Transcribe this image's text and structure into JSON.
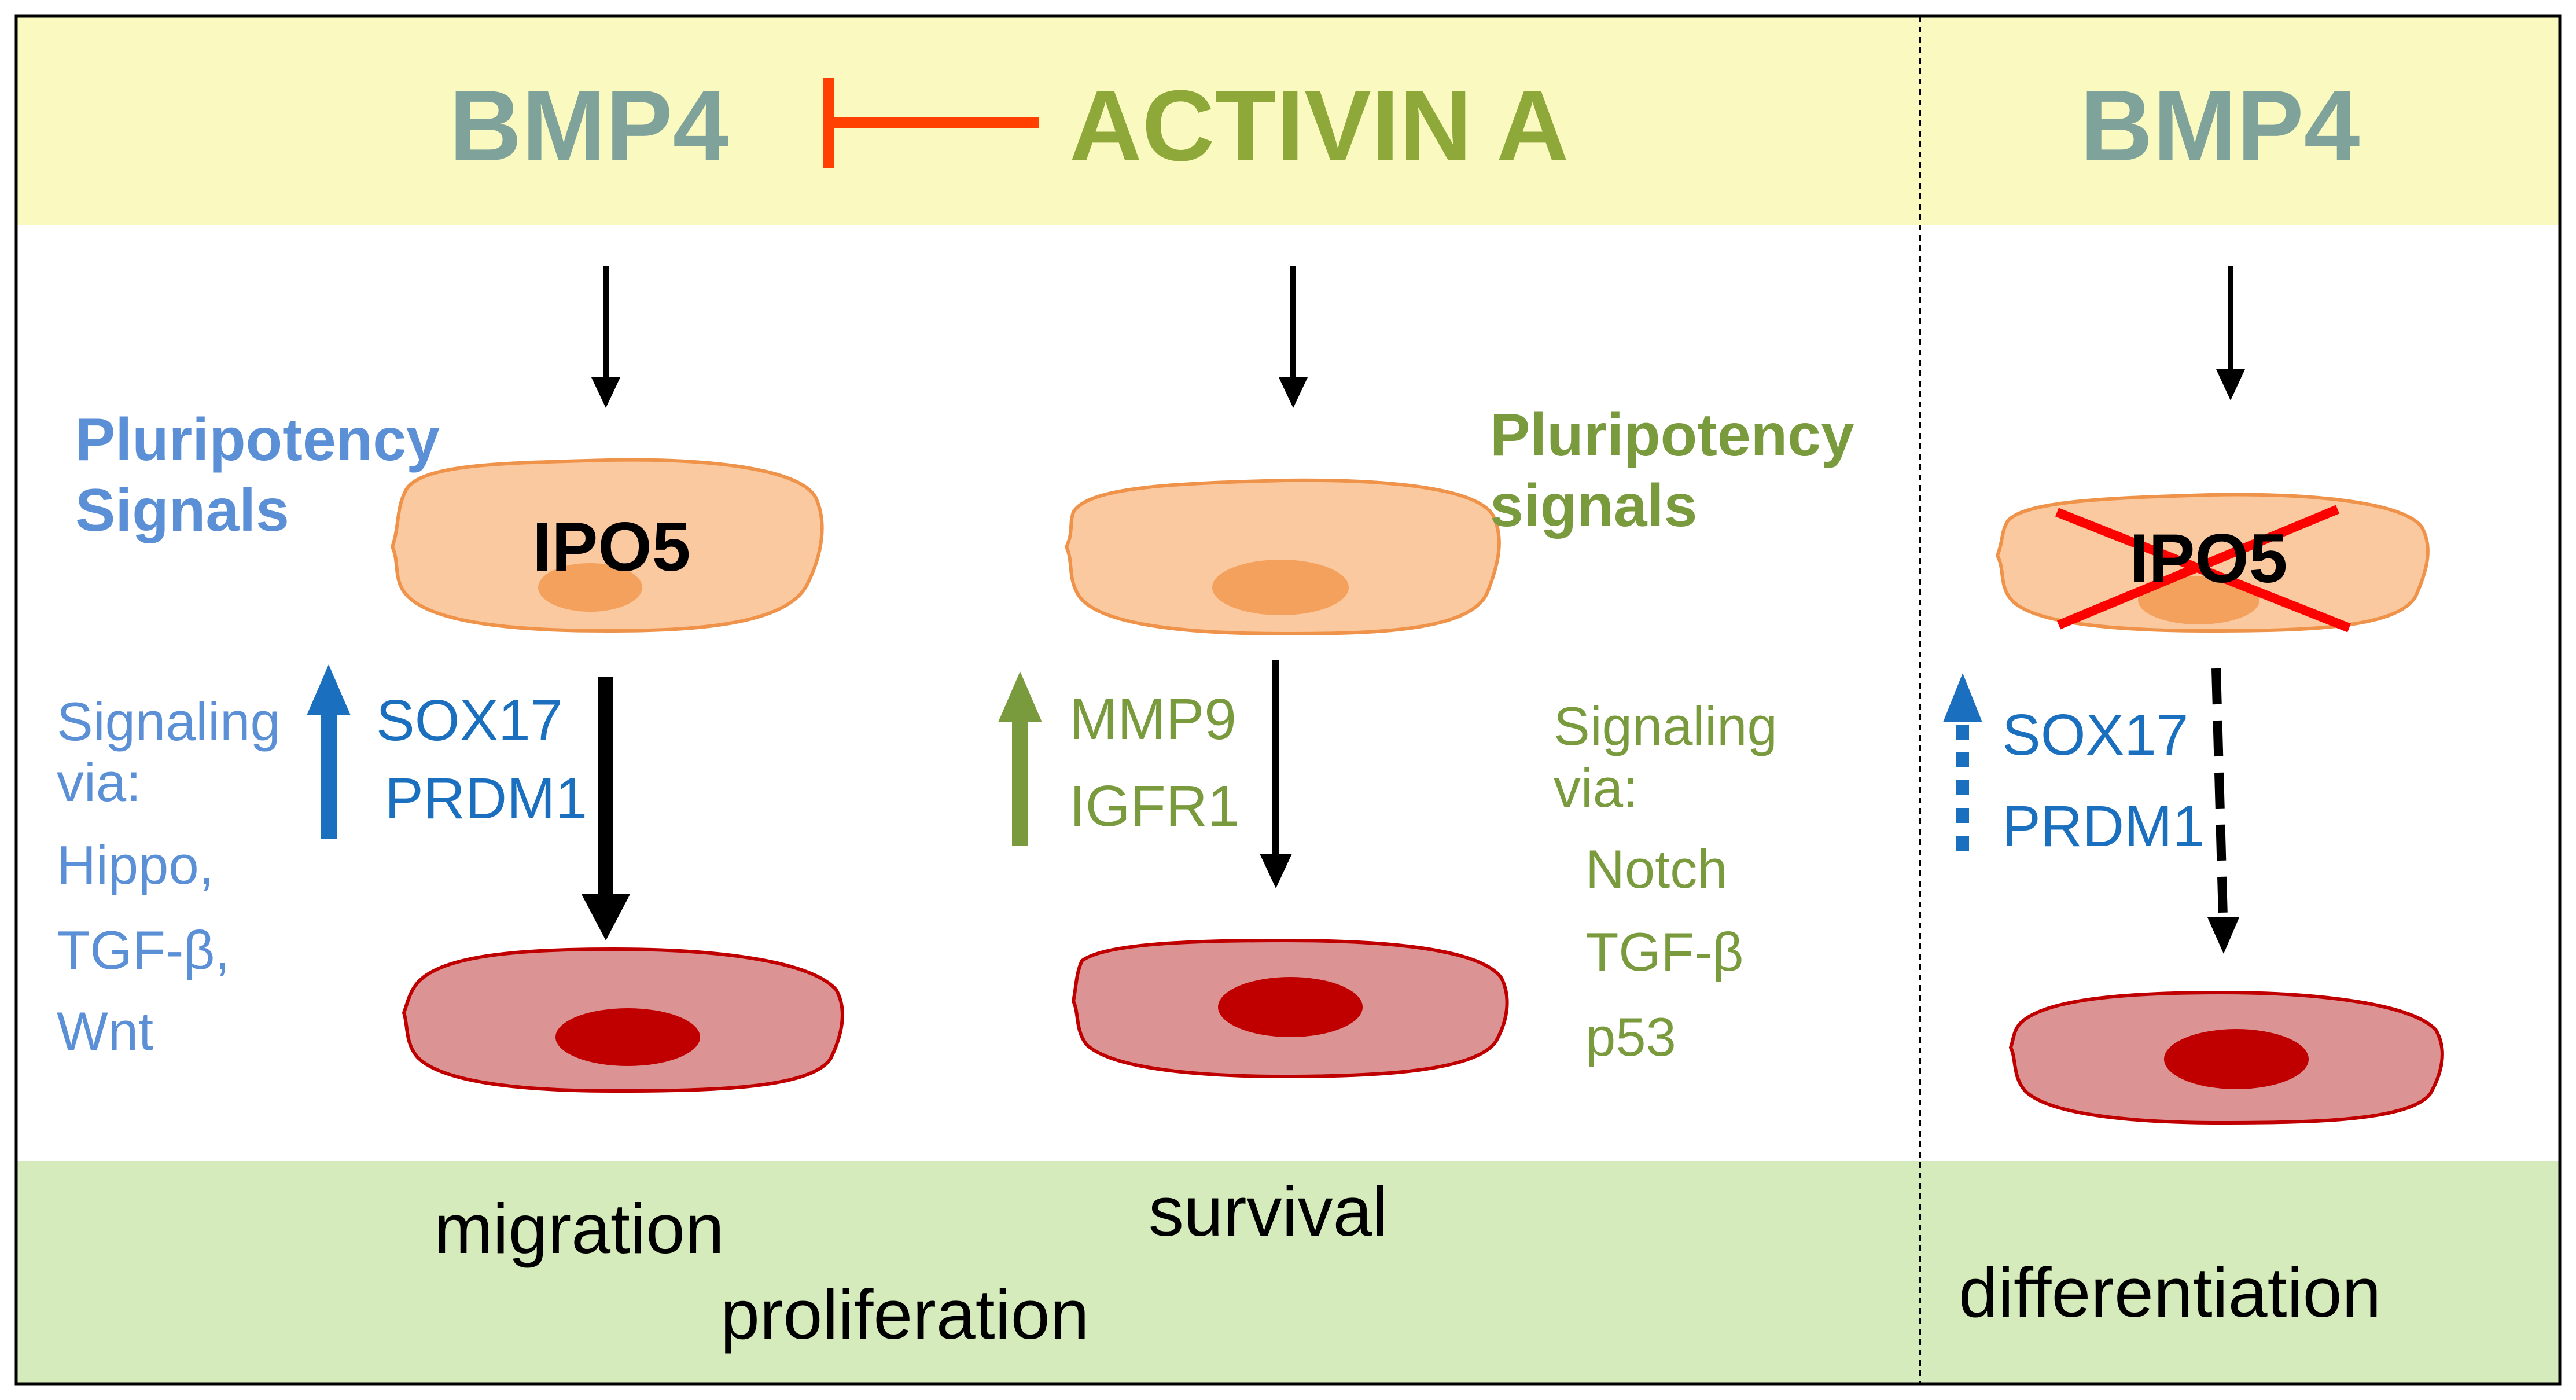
{
  "header": {
    "left_ligand": "BMP4",
    "middle_ligand": "ACTIVIN A",
    "right_ligand": "BMP4"
  },
  "panel_bmp4": {
    "pluripotency_line1": "Pluripotency",
    "pluripotency_line2": "Signals",
    "cell_label": "IPO5",
    "signaling_line1": "Signaling",
    "signaling_line2": "via:",
    "pathways": [
      "Hippo,",
      "TGF-β,",
      "Wnt"
    ],
    "genes": [
      "SOX17",
      "PRDM1"
    ]
  },
  "panel_activin": {
    "genes": [
      "MMP9",
      "IGFR1"
    ],
    "pluripotency_line1": "Pluripotency",
    "pluripotency_line2": "signals",
    "signaling_line1": "Signaling",
    "signaling_line2": "via:",
    "pathways": [
      "Notch",
      "TGF-β",
      "p53"
    ]
  },
  "panel_knockdown": {
    "cell_label": "IPO5",
    "genes": [
      "SOX17",
      "PRDM1"
    ]
  },
  "footer": {
    "migration": "migration",
    "proliferation": "proliferation",
    "survival": "survival",
    "differentiation": "differentiation"
  },
  "colors": {
    "bmp4_title": "#7fa39b",
    "activin_title": "#8fa83a",
    "inhibit": "#ff4000",
    "bmp4_text": "#5b8fd6",
    "blue_arrow": "#1a6fbf",
    "activin_text": "#7a9a3e",
    "header_bg": "#fafac0",
    "footer_bg": "#d6ebbb",
    "cell_top_fill": "#fbc9a0",
    "cell_top_stroke": "#f0934a",
    "cell_top_nucleus": "#f4a15e",
    "cell_bottom_fill": "#dc9393",
    "cell_bottom_stroke": "#c00000",
    "cell_bottom_nucleus": "#c00000",
    "cross": "#ff0000"
  }
}
